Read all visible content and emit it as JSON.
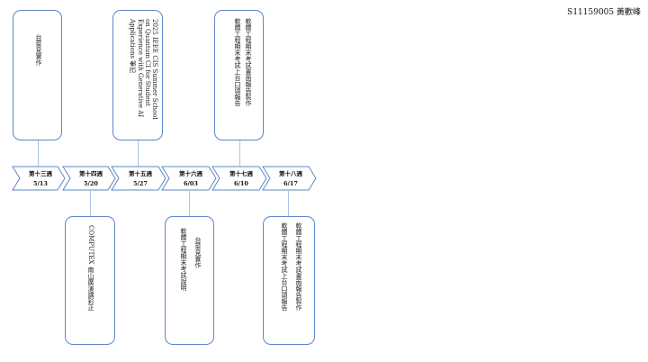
{
  "header": {
    "student": "S11159005 黃歡峰"
  },
  "weeks": [
    {
      "label": "第十三週",
      "date": "5/13"
    },
    {
      "label": "第十四週",
      "date": "5/20"
    },
    {
      "label": "第十五週",
      "date": "5/27"
    },
    {
      "label": "第十六週",
      "date": "6/03"
    },
    {
      "label": "第十七週",
      "date": "6/10"
    },
    {
      "label": "第十八週",
      "date": "6/17"
    }
  ],
  "cards": {
    "w13": {
      "lines": [
        "台菜見實作"
      ]
    },
    "w14": {
      "lines": [
        "COMPUTEX 南山廣演講彩正"
      ]
    },
    "w15": {
      "lines": [
        "2025 IEEE CIS Summer School",
        "on Quantum CI for Student",
        "Experience with Generative AI",
        "Applications 筆記"
      ]
    },
    "w16": {
      "lines": [
        "台菜見實作",
        "軟體工程期末考試說明"
      ]
    },
    "w17": {
      "lines": [
        "軟體工程期末考試書面報告製作",
        "軟體工程期末考試上台口頭報告"
      ]
    },
    "w18": {
      "lines": [
        "軟體工程期末考試書面報告製作",
        "軟體工程期末考試上台口頭報告"
      ]
    }
  },
  "colors": {
    "arrow_border": "#5b87c5",
    "card_border": "#5b87c5",
    "connector": "#a8c4e6"
  }
}
